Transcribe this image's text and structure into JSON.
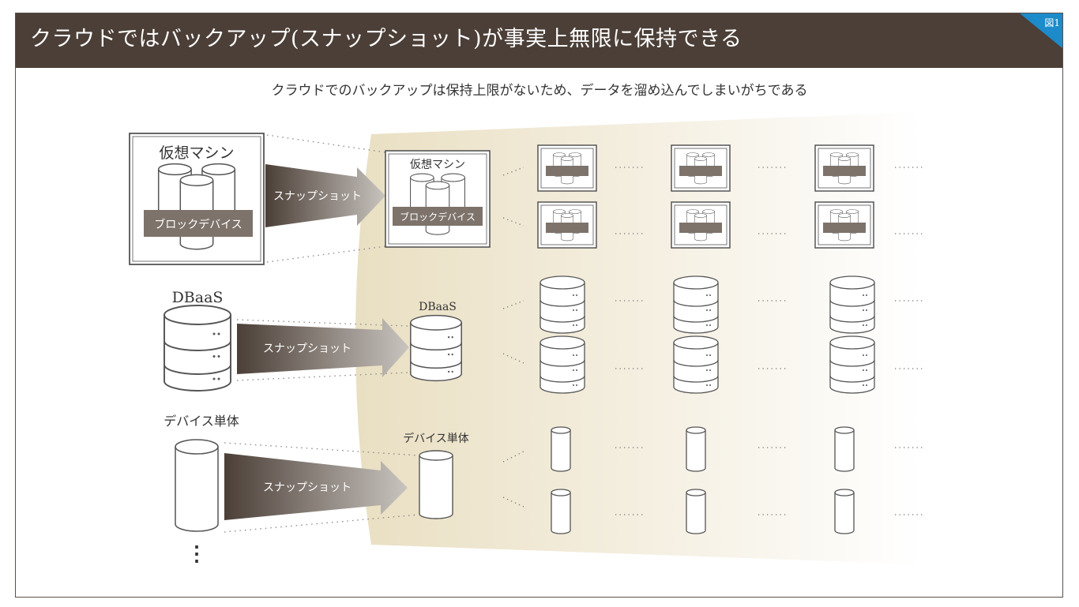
{
  "header": {
    "title": "クラウドではバックアップ(スナップショット)が事実上無限に保持できる",
    "figure_label": "図1"
  },
  "subtitle": "クラウドでのバックアップは保持上限がないため、データを溜め込んでしまいがちである",
  "sources": {
    "vm": {
      "title": "仮想マシン",
      "device_label": "ブロックデバイス"
    },
    "dbaas": {
      "title": "DBaaS"
    },
    "device": {
      "title": "デバイス単体"
    }
  },
  "arrows": {
    "vm": "スナップショット",
    "dbaas": "スナップショット",
    "device": "スナップショット"
  },
  "snapshots": {
    "vm": {
      "title": "仮想マシン",
      "device_label": "ブロックデバイス"
    },
    "dbaas": {
      "title": "DBaaS"
    },
    "device": {
      "title": "デバイス単体"
    }
  },
  "more_marker": "⋮",
  "colors": {
    "header_bg": "#4b3f37",
    "figure_tag": "#1d8bc9",
    "band": "#ece2c8",
    "device_label_bg": "#7d736b",
    "arrow_dark": "#4b3f37",
    "arrow_light": "#c8c3be"
  }
}
